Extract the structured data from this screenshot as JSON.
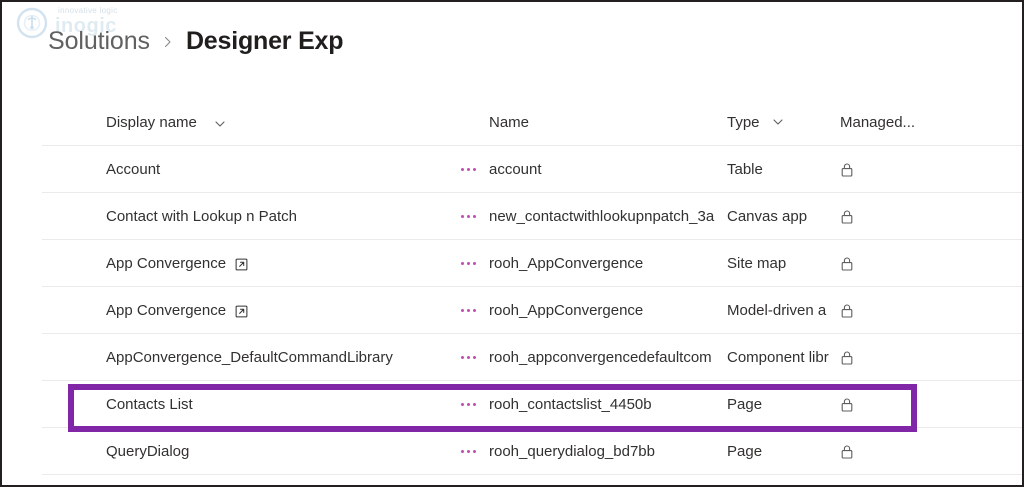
{
  "watermark": {
    "tagline": "innovative logic",
    "brand": "inogic"
  },
  "breadcrumb": {
    "parent": "Solutions",
    "separator_icon": "chevron-right-icon",
    "current": "Designer Exp"
  },
  "table": {
    "columns": [
      {
        "label": "Display name",
        "sortable": true,
        "sort_icon": "chevron-down-icon"
      },
      {
        "label": "Name",
        "sortable": false
      },
      {
        "label": "Type",
        "sortable": true,
        "sort_icon": "chevron-down-icon"
      },
      {
        "label": "Managed...",
        "sortable": false
      }
    ],
    "row_menu_icon": "more-options-icon",
    "managed_icon": "lock-icon",
    "external_link_icon": "open-in-new-window-icon",
    "rows": [
      {
        "display_name": "Account",
        "external_link": false,
        "name": "account",
        "type": "Table",
        "managed": "lock-icon",
        "highlighted": false
      },
      {
        "display_name": "Contact with Lookup n Patch",
        "external_link": false,
        "name": "new_contactwithlookupnpatch_3a",
        "type": "Canvas app",
        "managed": "lock-icon",
        "highlighted": false
      },
      {
        "display_name": "App Convergence",
        "external_link": true,
        "name": "rooh_AppConvergence",
        "type": "Site map",
        "managed": "lock-icon",
        "highlighted": false
      },
      {
        "display_name": "App Convergence",
        "external_link": true,
        "name": "rooh_AppConvergence",
        "type": "Model-driven a",
        "managed": "lock-icon",
        "highlighted": false
      },
      {
        "display_name": "AppConvergence_DefaultCommandLibrary",
        "external_link": false,
        "name": "rooh_appconvergencedefaultcom",
        "type": "Component libr",
        "managed": "lock-icon",
        "highlighted": false
      },
      {
        "display_name": "Contacts List",
        "external_link": false,
        "name": "rooh_contactslist_4450b",
        "type": "Page",
        "managed": "lock-icon",
        "highlighted": true
      },
      {
        "display_name": "QueryDialog",
        "external_link": false,
        "name": "rooh_querydialog_bd7bb",
        "type": "Page",
        "managed": "lock-icon",
        "highlighted": false
      }
    ]
  },
  "annotation": {
    "color": "#8226a8",
    "target_row_index": 5
  },
  "colors": {
    "accent_purple": "#8226a8",
    "menu_dots": "#c04fb0",
    "text_primary": "#323130",
    "text_secondary": "#616161",
    "row_separator": "#edebe9"
  }
}
